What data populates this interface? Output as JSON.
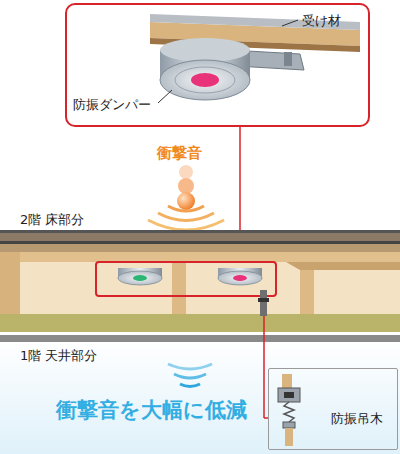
{
  "diagram": {
    "nodes": [
      {
        "text": [
          "受け材",
          "防振ダンパー"
        ]
      },
      {
        "text": [
          "防振吊木"
        ]
      }
    ],
    "labels": [
      "衝撃音",
      "2階 床部分",
      "1階 天井部分",
      "衝撃音を大幅に低減"
    ]
  }
}
